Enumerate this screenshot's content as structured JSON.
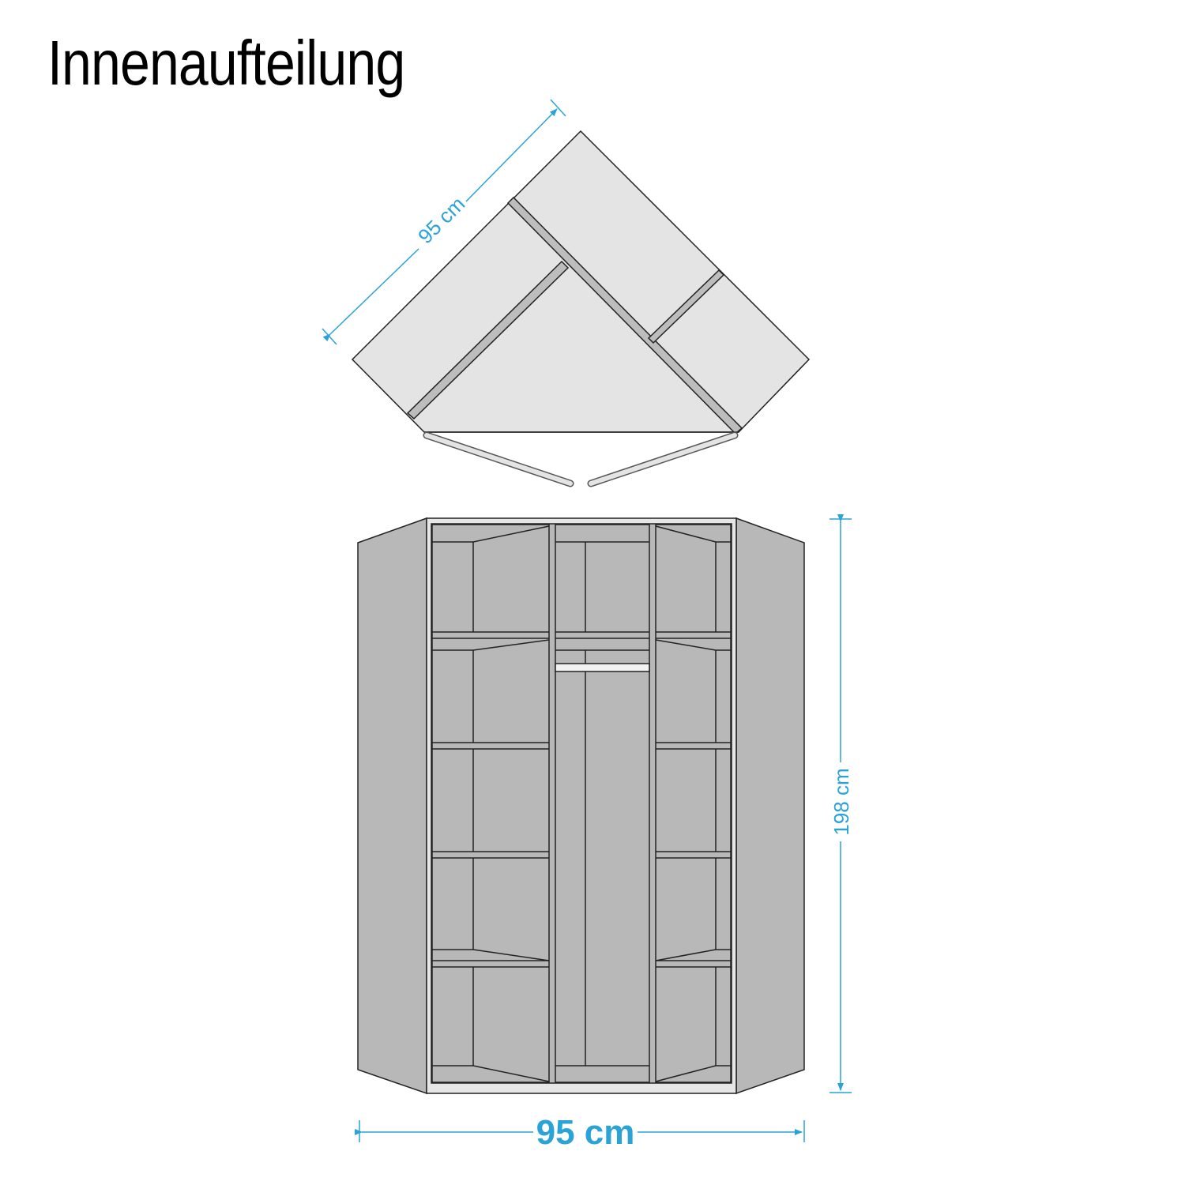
{
  "title": "Innenaufteilung",
  "dimensions": {
    "top_depth": "95 cm",
    "height": "198 cm",
    "width": "95 cm"
  },
  "colors": {
    "dimension": "#29a3d8",
    "panel_front": "#b8b8b8",
    "panel_top": "#e4e4e4",
    "outline": "#222222"
  }
}
